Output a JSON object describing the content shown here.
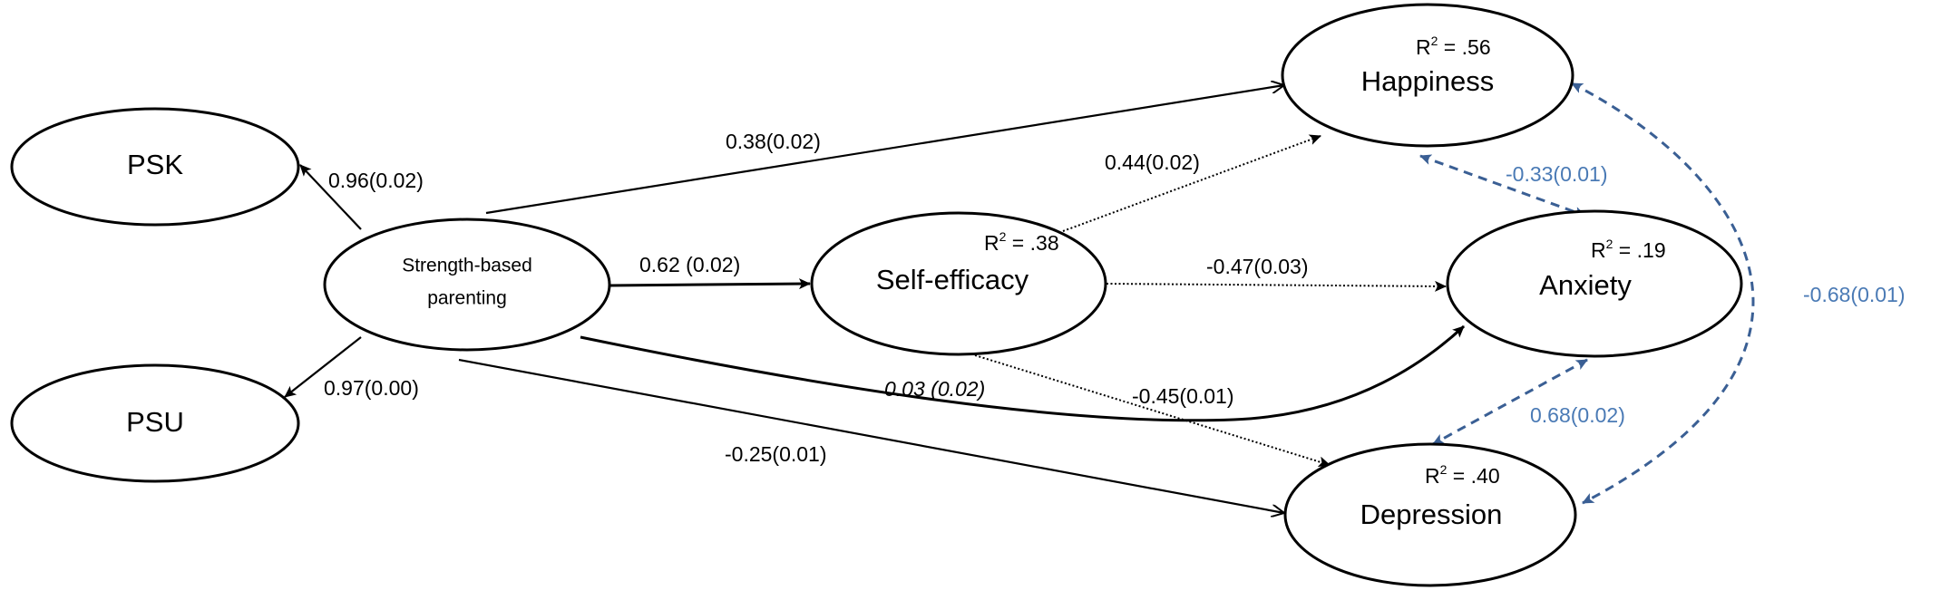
{
  "nodes": {
    "psk": "PSK",
    "psu": "PSU",
    "sbp_line1": "Strength-based",
    "sbp_line2": "parenting",
    "self_efficacy": "Self-efficacy",
    "happiness": "Happiness",
    "anxiety": "Anxiety",
    "depression": "Depression"
  },
  "r_squared": {
    "prefix": "R",
    "sup": "2",
    "self_efficacy": " = .38",
    "happiness": " = .56",
    "anxiety": " = .19",
    "depression": " = .40"
  },
  "paths": {
    "sbp_psk": "0.96(0.02)",
    "sbp_psu": "0.97(0.00)",
    "sbp_happiness": "0.38(0.02)",
    "sbp_self_efficacy": "0.62 (0.02)",
    "sbp_anxiety": "0.03 (0.02)",
    "sbp_depression": "-0.25(0.01)",
    "se_happiness": "0.44(0.02)",
    "se_anxiety": "-0.47(0.03)",
    "se_depression": "-0.45(0.01)"
  },
  "correlations": {
    "happiness_anxiety": "-0.33(0.01)",
    "anxiety_depression": "0.68(0.02)",
    "happiness_depression": "-0.68(0.01)"
  },
  "colors": {
    "correlation_line": "#3a5f94",
    "correlation_label": "#4a7ab5"
  }
}
